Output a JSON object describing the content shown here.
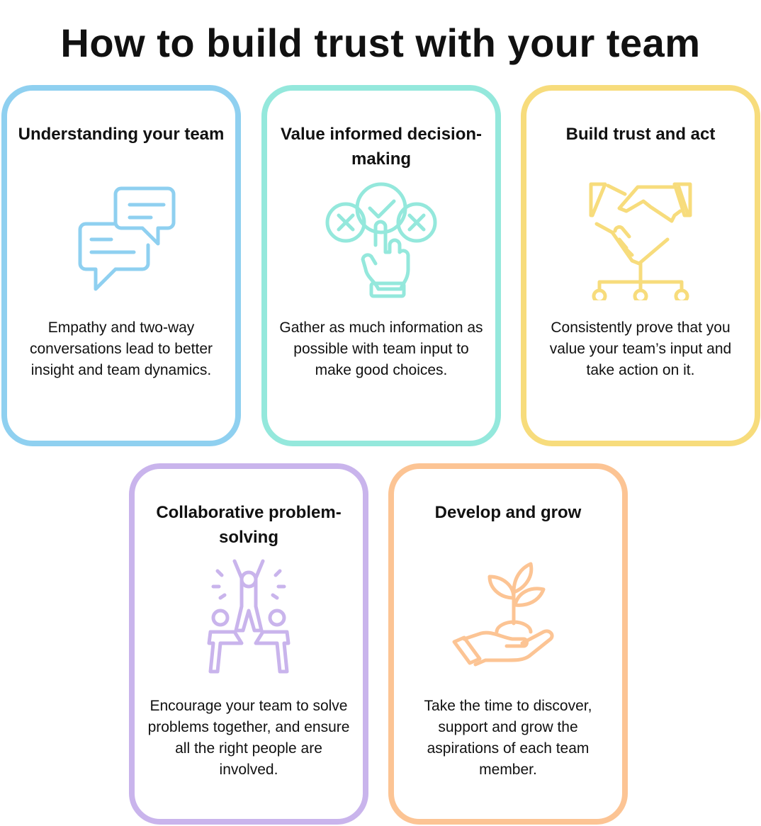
{
  "title": "How to build trust with your team",
  "colors": {
    "blue": "#8fd0f0",
    "teal": "#94e8dc",
    "yellow": "#f7dc7c",
    "purple": "#c9b4ec",
    "orange": "#fcc494"
  },
  "cards": [
    {
      "title": "Understanding your team",
      "icon": "chat-bubbles-icon",
      "body": "Empathy and two-way conversations lead to better insight and team dynamics."
    },
    {
      "title": "Value informed decision-making",
      "icon": "choice-check-icon",
      "body": "Gather as much information as possible with team input to make good choices."
    },
    {
      "title": "Build trust and act",
      "icon": "handshake-team-icon",
      "body": "Consistently prove that you value your team’s input and take action on it."
    },
    {
      "title": "Collaborative problem-solving",
      "icon": "team-celebration-icon",
      "body": "Encourage your team to solve problems together, and ensure all the right people are involved."
    },
    {
      "title": "Develop and grow",
      "icon": "hand-plant-icon",
      "body": "Take the time to discover, support and grow the aspirations of each team member."
    }
  ]
}
